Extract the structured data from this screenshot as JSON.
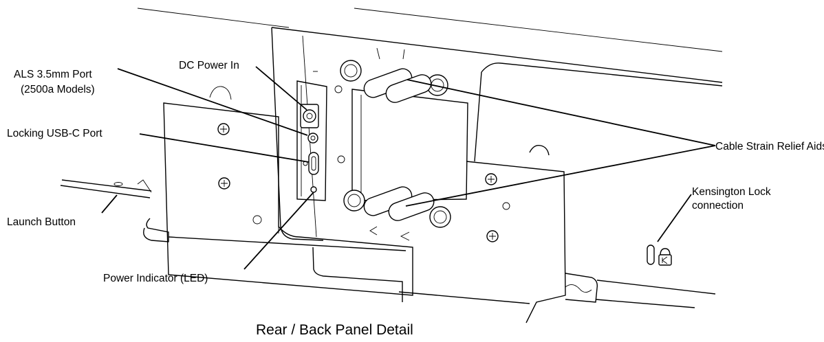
{
  "labels": {
    "als_port_line1": "ALS 3.5mm Port",
    "als_port_line2": "(2500a Models)",
    "dc_power_in": "DC Power In",
    "locking_usbc_port": "Locking USB-C Port",
    "launch_button": "Launch Button",
    "power_indicator": "Power Indicator (LED)",
    "cable_strain_relief": "Cable Strain Relief Aids",
    "kensington_line1": "Kensington Lock",
    "kensington_line2": "connection"
  },
  "caption": "Rear / Back Panel Detail"
}
